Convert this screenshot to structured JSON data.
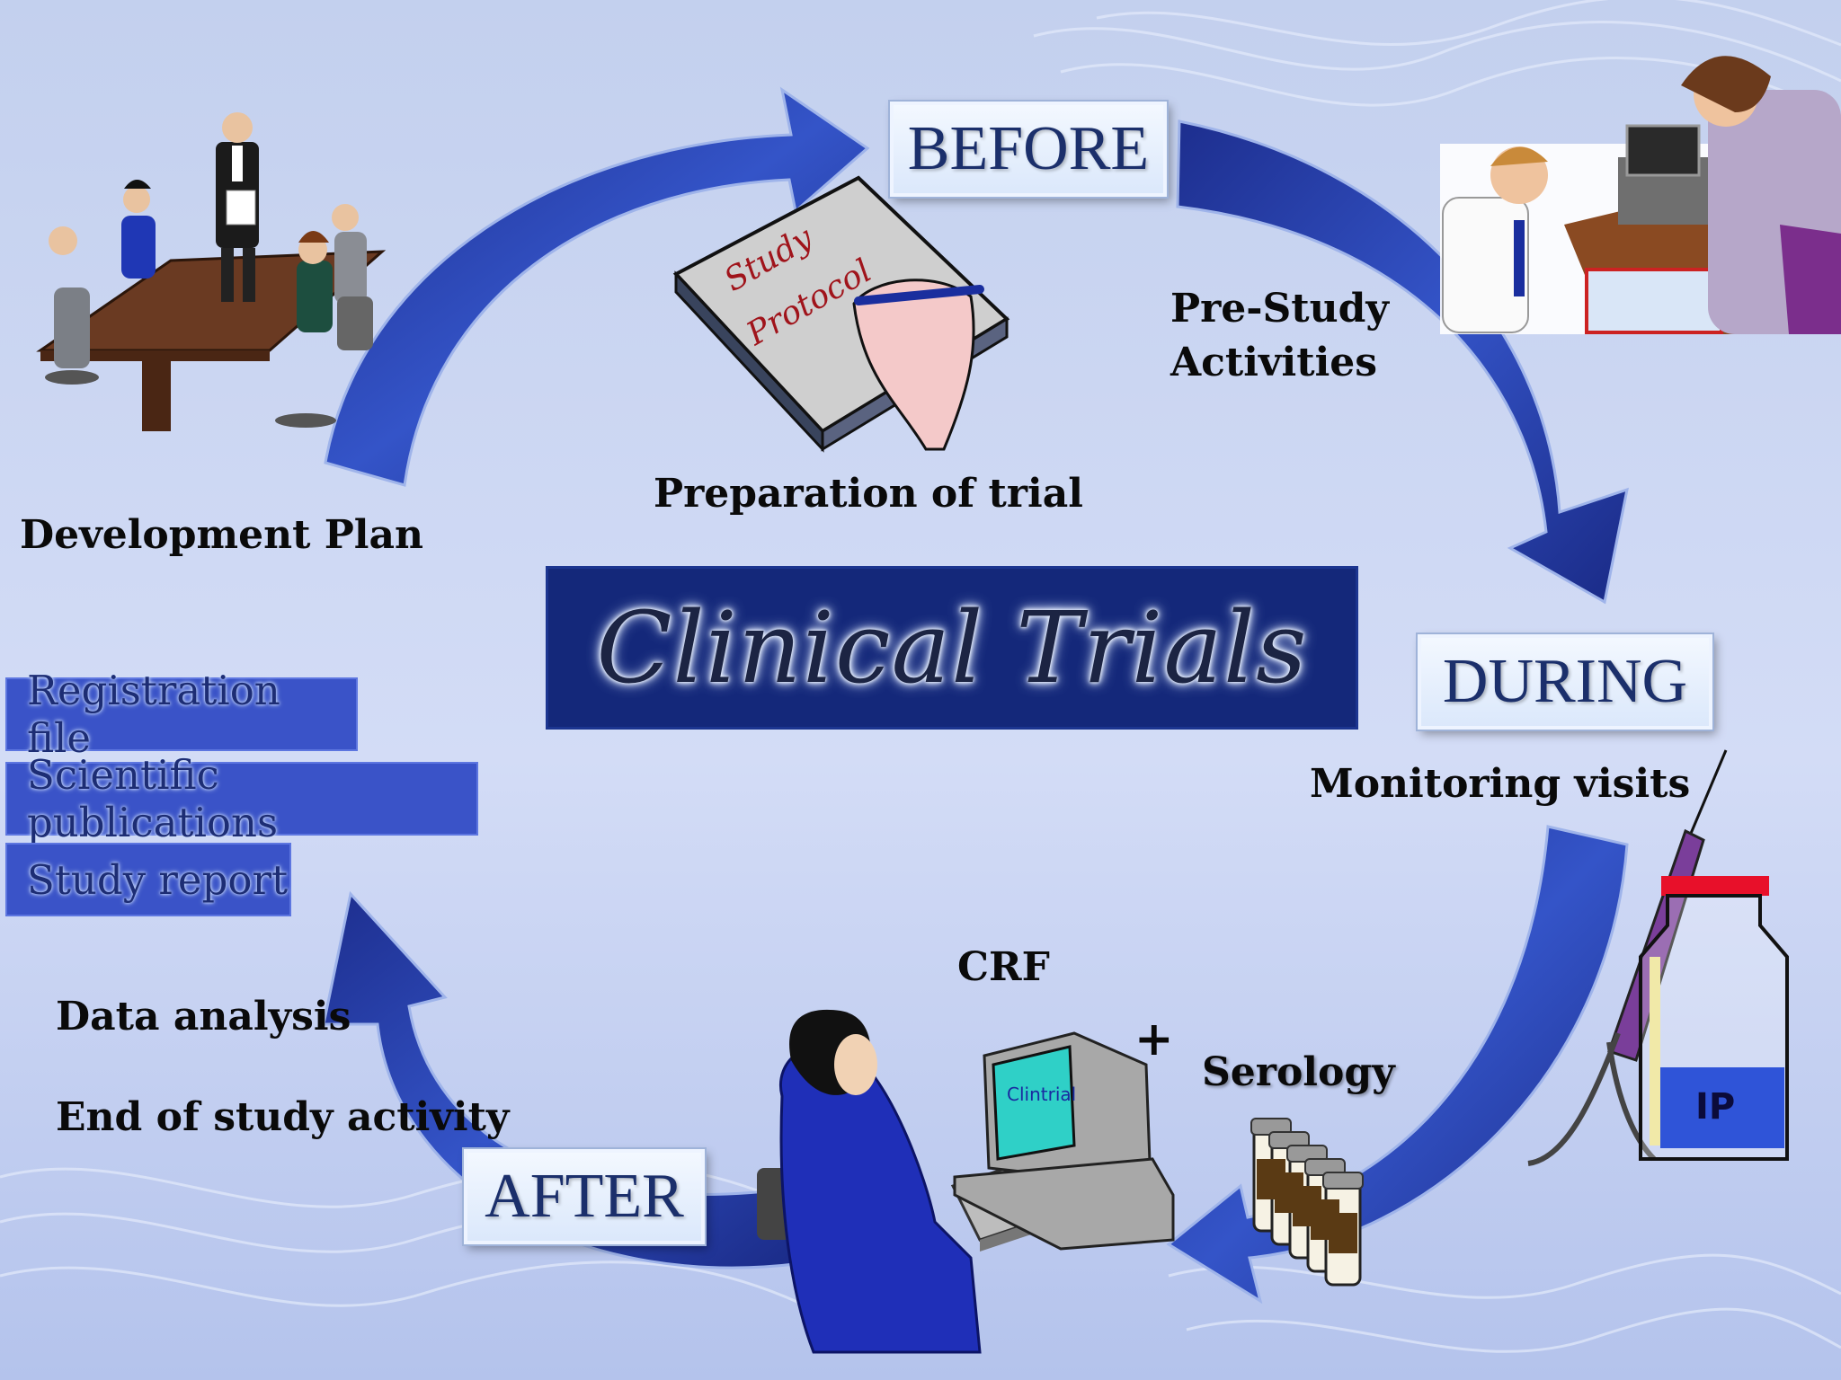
{
  "title": "Clinical Trials",
  "phases": {
    "before": "BEFORE",
    "during": "DURING",
    "after": "AFTER"
  },
  "labels": {
    "development_plan": "Development Plan",
    "preparation": "Preparation of trial",
    "pre_study_line1": "Pre-Study",
    "pre_study_line2": "Activities",
    "monitoring": "Monitoring visits",
    "crf": "CRF",
    "plus": "+",
    "serology": "Serology",
    "data_analysis": "Data analysis",
    "end_of_study": "End of study activity"
  },
  "outputs": [
    "Registration file",
    "Scientific publications",
    "Study report"
  ],
  "clipart": {
    "protocol_line1": "Study",
    "protocol_line2": "Protocol",
    "computer_screen": "Clintrial",
    "jar_label": "IP"
  },
  "colors": {
    "arrow": "#2c45b4",
    "title_box": "#14287a",
    "background": "#c9d6f2"
  }
}
